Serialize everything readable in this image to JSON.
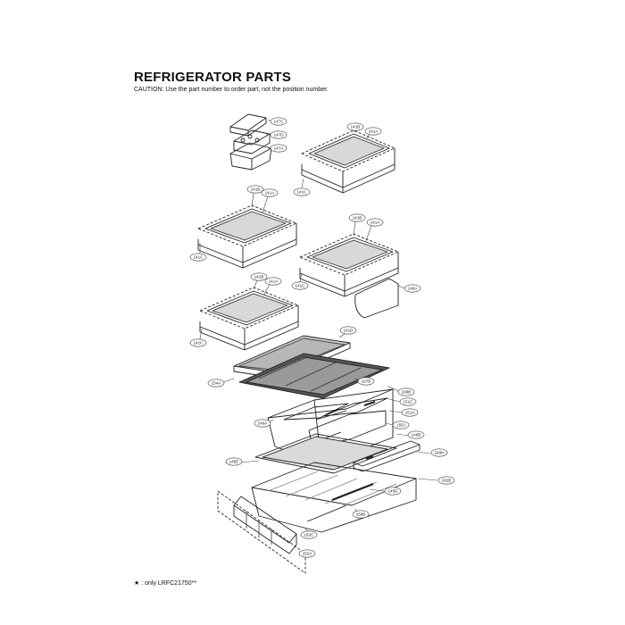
{
  "title": "REFRIGERATOR PARTS",
  "caution": "CAUTION: Use the part number to order part, not the position number.",
  "footnote": "★ : only LRFC21750**",
  "callouts": {
    "c147C": "147C",
    "c147D": "147D",
    "c147A": "147A",
    "s1_141B": "141B",
    "s1_141A": "141A",
    "s1_141C": "141C",
    "s2_141B": "141B",
    "s2_141A": "141A",
    "s2_141C": "141C",
    "s3_141B": "141B",
    "s3_141A": "141A",
    "s3_141C": "141C",
    "c146A": "146A",
    "s4_141B": "141B",
    "s4_141A": "141A",
    "s4_141C": "141C",
    "c141D": "141D",
    "c154A": "154A",
    "c167B": "167B",
    "c168B": "168B",
    "c151C": "151C",
    "c151A": "151A",
    "c249A": "249A",
    "c155J": "155J",
    "c146B": "146B",
    "c249H": "249H",
    "c145E": "145E",
    "c162B": "162B",
    "c145D": "145D",
    "c168B2": "168B",
    "c162C": "162C",
    "c152A": "152A"
  }
}
